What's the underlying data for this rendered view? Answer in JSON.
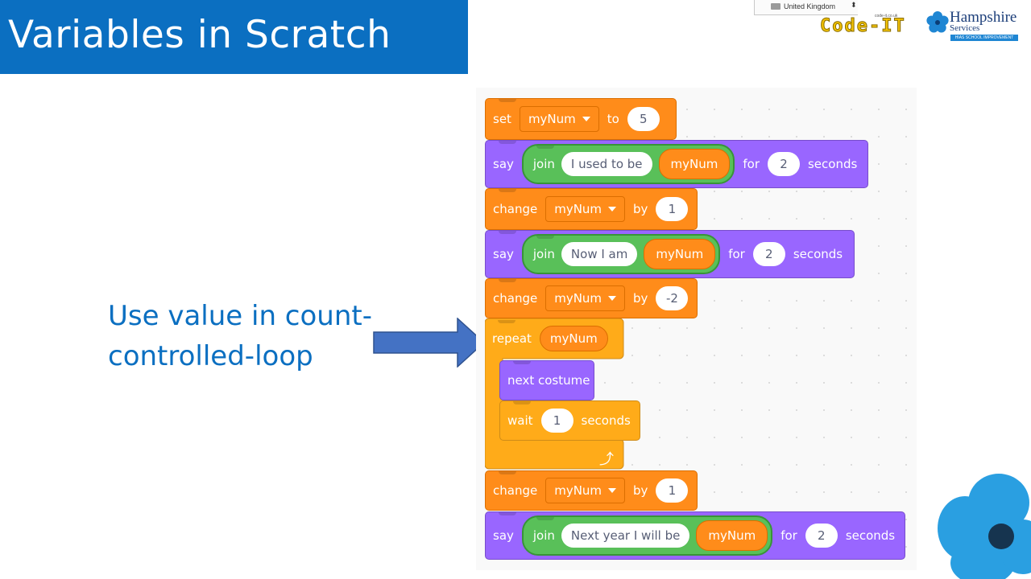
{
  "slide": {
    "title": "Variables in Scratch",
    "caption_line1": "Use value in count-",
    "caption_line2": "controlled-loop"
  },
  "logos": {
    "country_selector": "United Kingdom",
    "codeit_text": "Code-IT",
    "codeit_small": "code-it.co.uk",
    "hampshire_name": "Hampshire",
    "hampshire_services": "Services",
    "hampshire_strapline": "HIAS SCHOOL IMPROVEMENT"
  },
  "script": {
    "set": {
      "keyword": "set",
      "variable": "myNum",
      "to": "to",
      "value": "5"
    },
    "say1": {
      "keyword": "say",
      "join": "join",
      "text": "I used to be",
      "variable": "myNum",
      "for": "for",
      "secs": "2",
      "seconds": "seconds"
    },
    "change1": {
      "keyword": "change",
      "variable": "myNum",
      "by": "by",
      "value": "1"
    },
    "say2": {
      "keyword": "say",
      "join": "join",
      "text": "Now I am",
      "variable": "myNum",
      "for": "for",
      "secs": "2",
      "seconds": "seconds"
    },
    "change2": {
      "keyword": "change",
      "variable": "myNum",
      "by": "by",
      "value": "-2"
    },
    "repeat": {
      "keyword": "repeat",
      "variable": "myNum"
    },
    "next_costume": {
      "label": "next costume"
    },
    "wait": {
      "keyword": "wait",
      "value": "1",
      "seconds": "seconds"
    },
    "change3": {
      "keyword": "change",
      "variable": "myNum",
      "by": "by",
      "value": "1"
    },
    "say3": {
      "keyword": "say",
      "join": "join",
      "text": "Next year I will be",
      "variable": "myNum",
      "for": "for",
      "secs": "2",
      "seconds": "seconds"
    }
  },
  "colors": {
    "title_bar": "#0b6fc1",
    "caption": "#0b6fc1",
    "arrow": "#4472c4",
    "variables_block": "#ff8c1a",
    "looks_block": "#9966ff",
    "control_block": "#ffab19",
    "operator_block": "#59c059",
    "flower": "#1f9ae0"
  },
  "icons": [
    "repeat-loop-arrow-icon",
    "dropdown-caret-icon",
    "hampshire-flower-icon"
  ]
}
